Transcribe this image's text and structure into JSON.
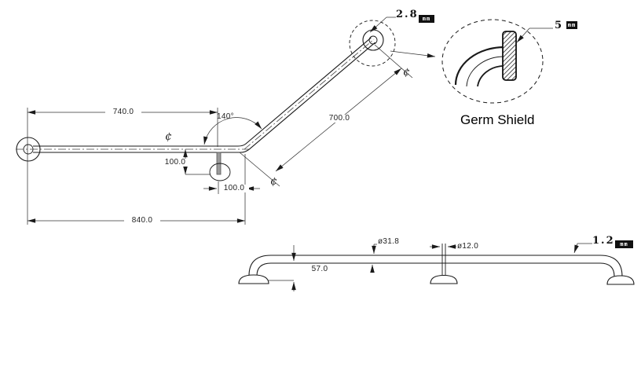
{
  "plan_view": {
    "length_to_support": "740.0",
    "overall_length": "840.0",
    "support_drop": "100.0",
    "support_setback": "100.0",
    "bend_angle": "140°",
    "angled_arm_length": "700.0",
    "tube_end_thickness_value": "2.8",
    "unit": "mm",
    "centerline_symbol": "¢"
  },
  "detail_view": {
    "caption": "Germ Shield",
    "shield_thickness_value": "5",
    "unit": "mm"
  },
  "elevation_view": {
    "bar_diameter": "ø31.8",
    "post_diameter": "ø12.0",
    "wall_offset": "57.0",
    "wall_thickness_value": "1.2",
    "unit": "mm"
  }
}
